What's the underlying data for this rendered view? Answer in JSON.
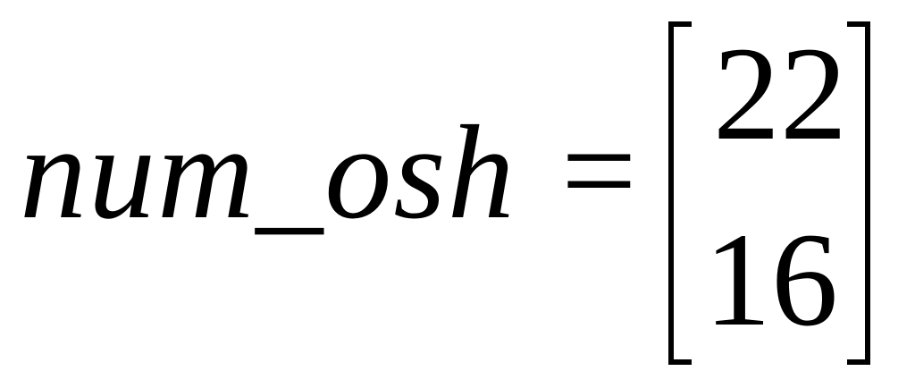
{
  "equation": {
    "lhs": "num_osh",
    "operator": "=",
    "matrix": {
      "entries": [
        "22",
        "16"
      ]
    }
  }
}
